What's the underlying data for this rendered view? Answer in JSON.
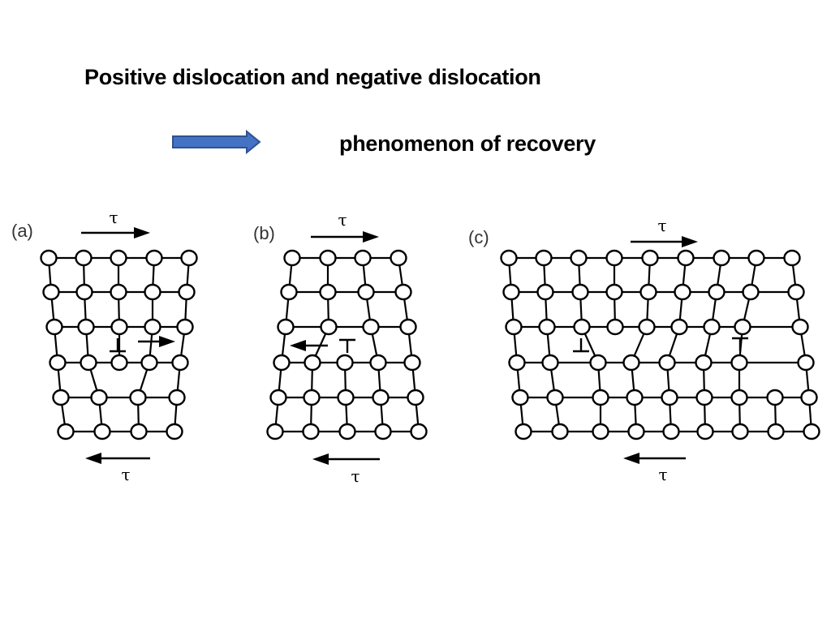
{
  "slide": {
    "title": "Positive dislocation and negative dislocation",
    "result_text": "phenomenon of recovery"
  },
  "colors": {
    "arrow_fill": "#4472c4",
    "arrow_stroke": "#2f528f",
    "lines": "#000000"
  },
  "figure": {
    "panels": [
      {
        "label": "(a)",
        "shear_top": "τ",
        "shear_bottom": "τ",
        "dislocations": [
          "positive edge dislocation ⊥ moving right"
        ]
      },
      {
        "label": "(b)",
        "shear_top": "τ",
        "shear_bottom": "τ",
        "dislocations": [
          "negative edge dislocation ⊤ moving left"
        ]
      },
      {
        "label": "(c)",
        "shear_top": "τ",
        "shear_bottom": "τ",
        "dislocations": [
          "positive edge dislocation ⊥",
          "negative edge dislocation ⊤"
        ]
      }
    ]
  }
}
